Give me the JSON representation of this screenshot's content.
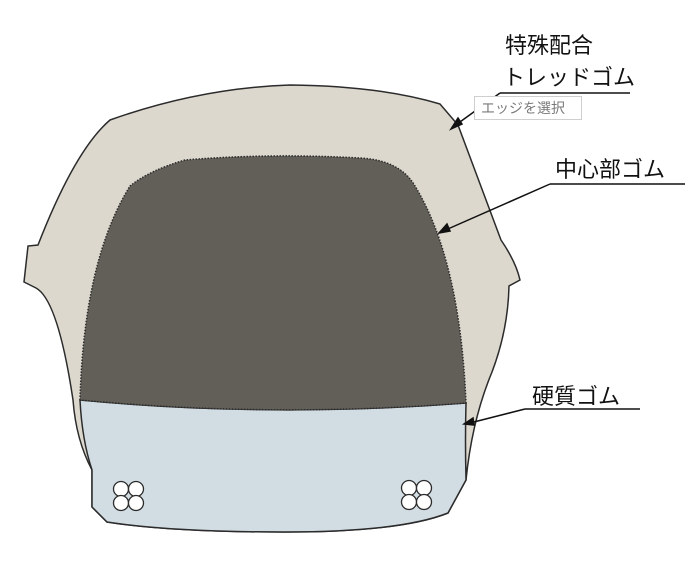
{
  "labels": {
    "tread_line1": "特殊配合",
    "tread_line2": "トレッドゴム",
    "center": "中心部ゴム",
    "hard": "硬質ゴム"
  },
  "tooltip": {
    "text": "エッジを選択"
  },
  "colors": {
    "tread": "#dcd8ce",
    "center": "#625f58",
    "hard": "#d2dce3",
    "outline": "#2b2b2b",
    "leader": "#111111"
  }
}
